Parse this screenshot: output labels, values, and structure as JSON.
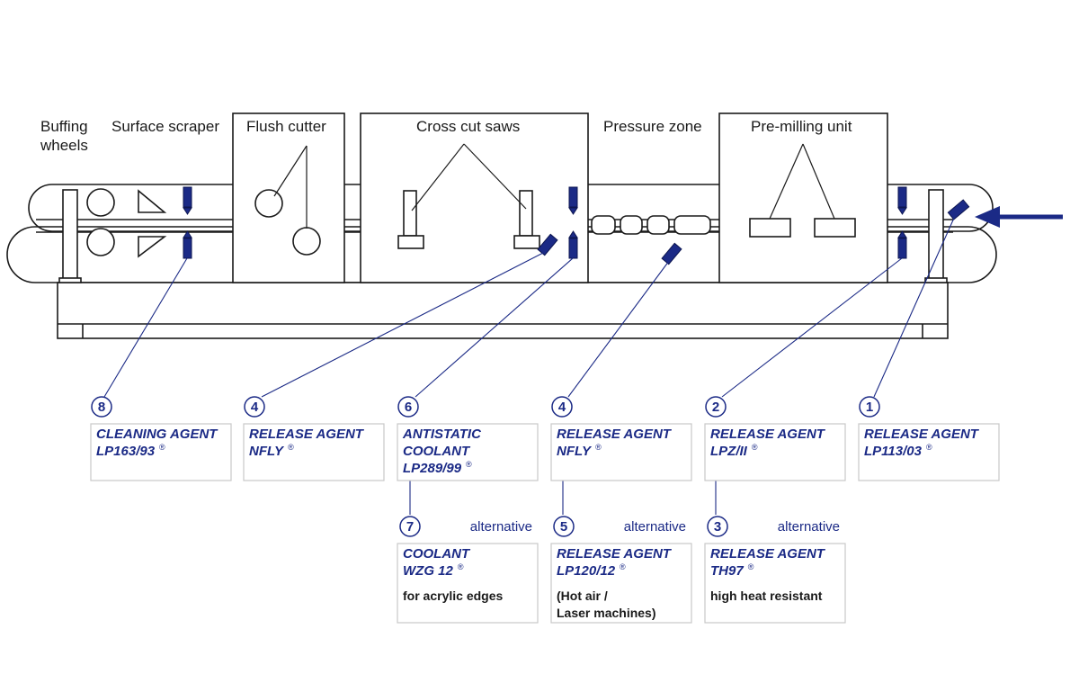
{
  "machine_labels": {
    "buffing_wheels": [
      "Buffing",
      "wheels"
    ],
    "surface_scraper": "Surface scraper",
    "flush_cutter": "Flush cutter",
    "cross_cut_saws": "Cross cut saws",
    "pressure_zone": "Pressure zone",
    "pre_milling_unit": "Pre-milling unit"
  },
  "registered_mark": "®",
  "alternative_label": "alternative",
  "colors": {
    "accent": "#1b2a86",
    "line": "#1a1a1a",
    "box_border": "#c8c8c8"
  },
  "products": [
    {
      "num": "8",
      "lines": [
        "CLEANING AGENT",
        "LP163/93"
      ]
    },
    {
      "num": "4",
      "lines": [
        "RELEASE AGENT",
        "NFLY"
      ]
    },
    {
      "num": "6",
      "lines": [
        "ANTISTATIC",
        "COOLANT",
        "LP289/99"
      ]
    },
    {
      "num": "4",
      "lines": [
        "RELEASE AGENT",
        "NFLY"
      ]
    },
    {
      "num": "2",
      "lines": [
        "RELEASE AGENT",
        "LPZ/II"
      ]
    },
    {
      "num": "1",
      "lines": [
        "RELEASE AGENT",
        "LP113/03"
      ]
    }
  ],
  "alternatives": [
    {
      "num": "7",
      "lines": [
        "COOLANT",
        "WZG 12"
      ],
      "note": [
        "for acrylic edges"
      ]
    },
    {
      "num": "5",
      "lines": [
        "RELEASE AGENT",
        "LP120/12"
      ],
      "note": [
        "(Hot air /",
        "Laser machines)"
      ]
    },
    {
      "num": "3",
      "lines": [
        "RELEASE AGENT",
        "TH97"
      ],
      "note": [
        "high heat resistant"
      ]
    }
  ]
}
